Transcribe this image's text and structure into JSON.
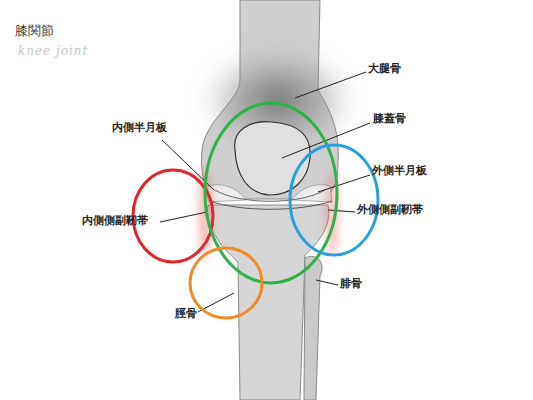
{
  "diagram": {
    "title": "膝関節",
    "labels": [
      "knee joint",
      "大腿骨",
      "膝蓋骨",
      "内側半月板",
      "外側半月板",
      "内側側副靭帯",
      "外側側副靭帯",
      "腓骨",
      "脛骨"
    ]
  }
}
